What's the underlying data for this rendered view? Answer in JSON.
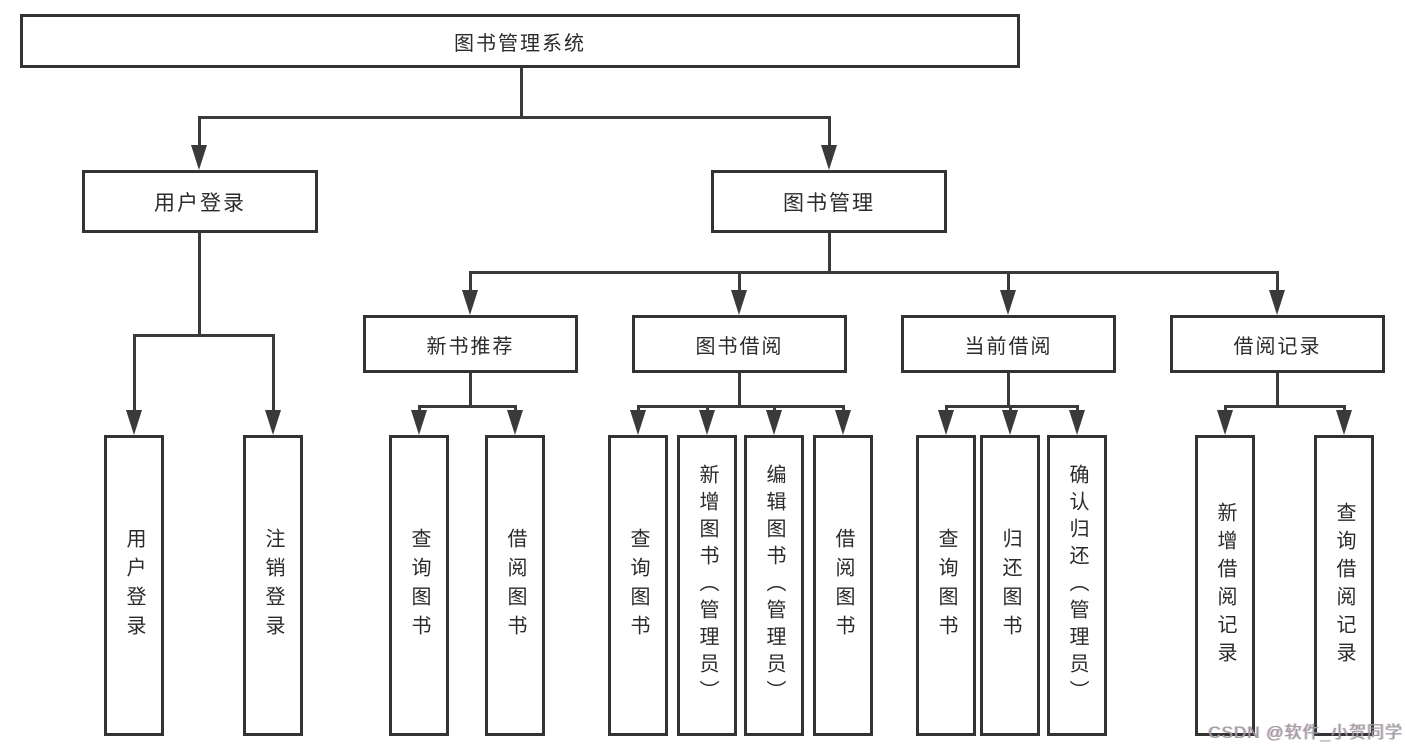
{
  "title": {
    "label": "图书管理系统"
  },
  "level1": {
    "user_login": {
      "label": "用户登录"
    },
    "book_mgmt": {
      "label": "图书管理"
    }
  },
  "level2": {
    "new_books": {
      "label": "新书推荐"
    },
    "book_borrow": {
      "label": "图书借阅"
    },
    "current_borrow": {
      "label": "当前借阅"
    },
    "borrow_records": {
      "label": "借阅记录"
    }
  },
  "leaves": {
    "login": {
      "label": "用户登录"
    },
    "logout": {
      "label": "注销登录"
    },
    "nb_query": {
      "label": "查询图书"
    },
    "nb_borrow": {
      "label": "借阅图书"
    },
    "bw_query": {
      "label": "查询图书"
    },
    "bw_add": {
      "label": "新增图书（管理员）"
    },
    "bw_edit": {
      "label": "编辑图书（管理员）"
    },
    "bw_borrow": {
      "label": "借阅图书"
    },
    "cur_query": {
      "label": "查询图书"
    },
    "cur_return": {
      "label": "归还图书"
    },
    "cur_confirm": {
      "label": "确认归还（管理员）"
    },
    "rec_add": {
      "label": "新增借阅记录"
    },
    "rec_query": {
      "label": "查询借阅记录"
    }
  },
  "watermark": {
    "label": "CSDN @软件_小贺同学"
  },
  "colors": {
    "line": "#3a3a3a",
    "border": "#333333",
    "text": "#2b2b2b",
    "watermark": "#9e9e9e",
    "background": "#ffffff"
  }
}
